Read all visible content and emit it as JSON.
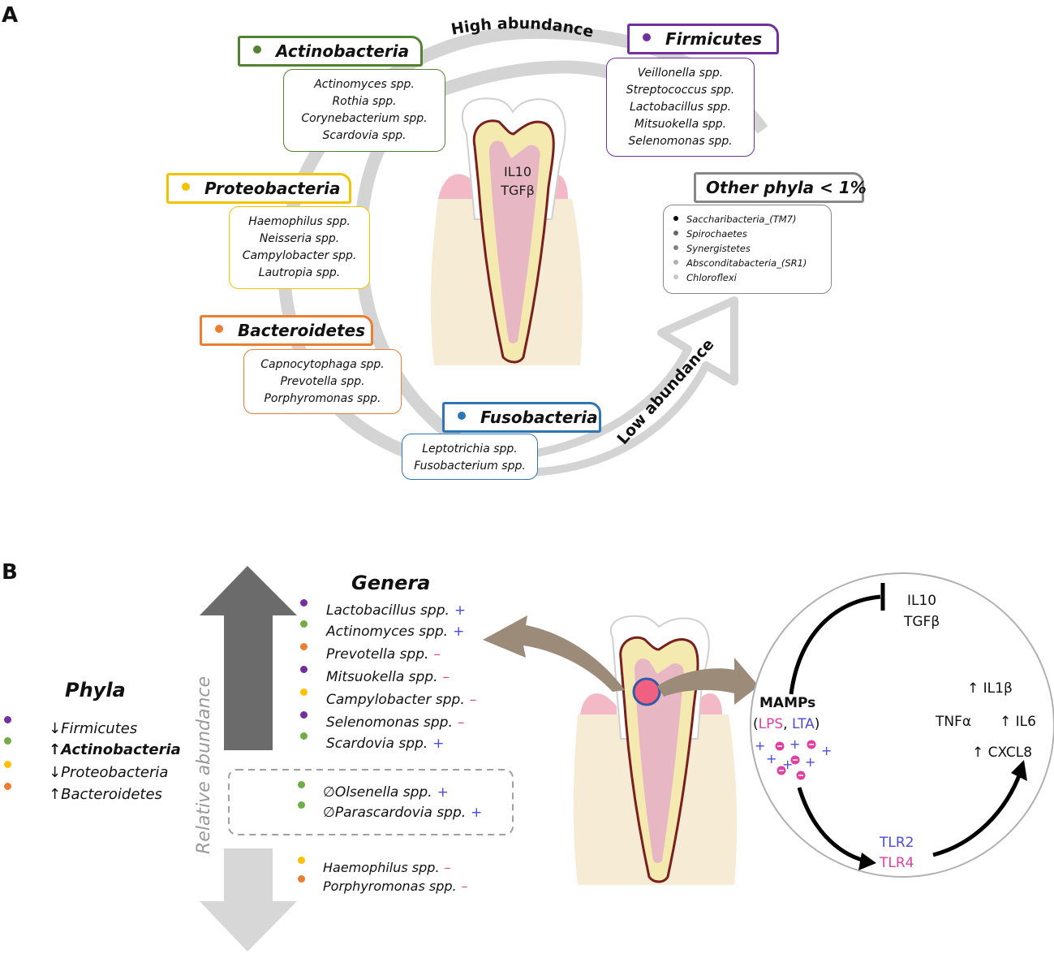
{
  "panel_a": {
    "letter": "A",
    "high_abundance": "High abundance",
    "low_abundance": "Low abundance",
    "tooth_label": [
      "IL10",
      "TGFβ"
    ],
    "phyla": [
      {
        "name": "Actinobacteria",
        "color": "#548235",
        "genera": [
          "Actinomyces spp.",
          "Rothia spp.",
          "Corynebacterium spp.",
          "Scardovia spp."
        ]
      },
      {
        "name": "Firmicutes",
        "color": "#7030a0",
        "genera": [
          "Veillonella spp.",
          "Streptococcus spp.",
          "Lactobacillus spp.",
          "Mitsuokella spp.",
          "Selenomonas spp."
        ]
      },
      {
        "name": "Proteobacteria",
        "color": "#f2c300",
        "genera": [
          "Haemophilus spp.",
          "Neisseria spp.",
          "Campylobacter spp.",
          "Lautropia spp."
        ]
      },
      {
        "name": "Bacteroidetes",
        "color": "#ed7d31",
        "genera": [
          "Capnocytophaga spp.",
          "Prevotella spp.",
          "Porphyromonas spp."
        ]
      },
      {
        "name": "Fusobacteria",
        "color": "#2e75b6",
        "genera": [
          "Leptotrichia spp.",
          "Fusobacterium spp."
        ]
      }
    ],
    "other": {
      "title": "Other phyla < 1%",
      "items": [
        {
          "name": "Saccharibacteria_(TM7)",
          "color": "#000000"
        },
        {
          "name": "Spirochaetes",
          "color": "#666666"
        },
        {
          "name": "Synergistetes",
          "color": "#808080"
        },
        {
          "name": "Absconditabacteria_(SR1)",
          "color": "#b0b0b0"
        },
        {
          "name": "Chloroflexi",
          "color": "#c8c8c8"
        }
      ]
    }
  },
  "panel_b": {
    "letter": "B",
    "phyla_title": "Phyla",
    "phyla": [
      {
        "arrow": "↓",
        "name": "Firmicutes",
        "color": "#7030a0",
        "bold": false
      },
      {
        "arrow": "↑",
        "name": "Actinobacteria",
        "color": "#70ad47",
        "bold": true
      },
      {
        "arrow": "↓",
        "name": "Proteobacteria",
        "color": "#ffc000",
        "bold": false
      },
      {
        "arrow": "↑",
        "name": "Bacteroidetes",
        "color": "#ed7d31",
        "bold": false
      }
    ],
    "axis_label": "Relative abundance",
    "genera_title": "Genera",
    "genera_up": [
      {
        "name": "Lactobacillus spp.",
        "sign": "+",
        "color": "#7030a0"
      },
      {
        "name": "Actinomyces spp.",
        "sign": "+",
        "color": "#70ad47"
      },
      {
        "name": "Prevotella spp.",
        "sign": "–",
        "color": "#ed7d31"
      },
      {
        "name": "Mitsuokella spp.",
        "sign": "–",
        "color": "#7030a0"
      },
      {
        "name": "Campylobacter spp.",
        "sign": "–",
        "color": "#ffc000"
      },
      {
        "name": "Selenomonas spp.",
        "sign": "–",
        "color": "#7030a0"
      },
      {
        "name": "Scardovia spp.",
        "sign": "+",
        "color": "#70ad47"
      }
    ],
    "genera_new": [
      {
        "prefix": "∅",
        "name": "Olsenella spp.",
        "sign": "+",
        "color": "#70ad47"
      },
      {
        "prefix": "∅",
        "name": "Parascardovia spp.",
        "sign": "+",
        "color": "#70ad47"
      }
    ],
    "genera_down": [
      {
        "name": "Haemophilus spp.",
        "sign": "–",
        "color": "#ffc000"
      },
      {
        "name": "Porphyromonas spp.",
        "sign": "–",
        "color": "#ed7d31"
      }
    ],
    "circle": {
      "il10": "IL10",
      "tgfb": "TGFβ",
      "il1b": "↑ IL1β",
      "tnfa": "TNFα",
      "il6": "↑ IL6",
      "cxcl8": "↑ CXCL8",
      "mamps": "MAMPs",
      "lps": "LPS",
      "comma": ", ",
      "lta": "LTA",
      "paren_open": "(",
      "paren_close": ")",
      "tlr2": "TLR2",
      "tlr4": "TLR4"
    },
    "colors": {
      "positive": "#4a4adf",
      "negative": "#e040a0"
    }
  }
}
